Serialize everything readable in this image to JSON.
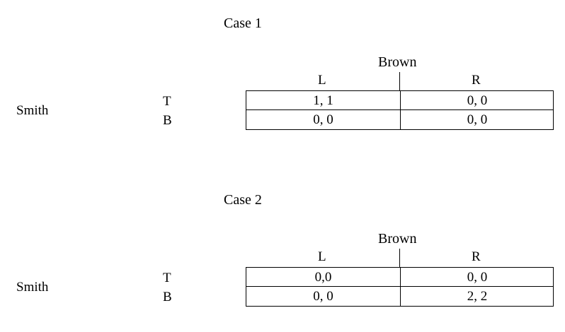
{
  "cases": [
    {
      "title": "Case 1",
      "column_player": "Brown",
      "column_strategies": [
        "L",
        "R"
      ],
      "row_player": "Smith",
      "row_strategies": [
        "T",
        "B"
      ],
      "payoffs": [
        [
          "1, 1",
          "0, 0"
        ],
        [
          "0, 0",
          "0, 0"
        ]
      ]
    },
    {
      "title": "Case 2",
      "column_player": "Brown",
      "column_strategies": [
        "L",
        "R"
      ],
      "row_player": "Smith",
      "row_strategies": [
        "T",
        "B"
      ],
      "payoffs": [
        [
          "0,0",
          "0, 0"
        ],
        [
          "0, 0",
          "2, 2"
        ]
      ]
    }
  ]
}
